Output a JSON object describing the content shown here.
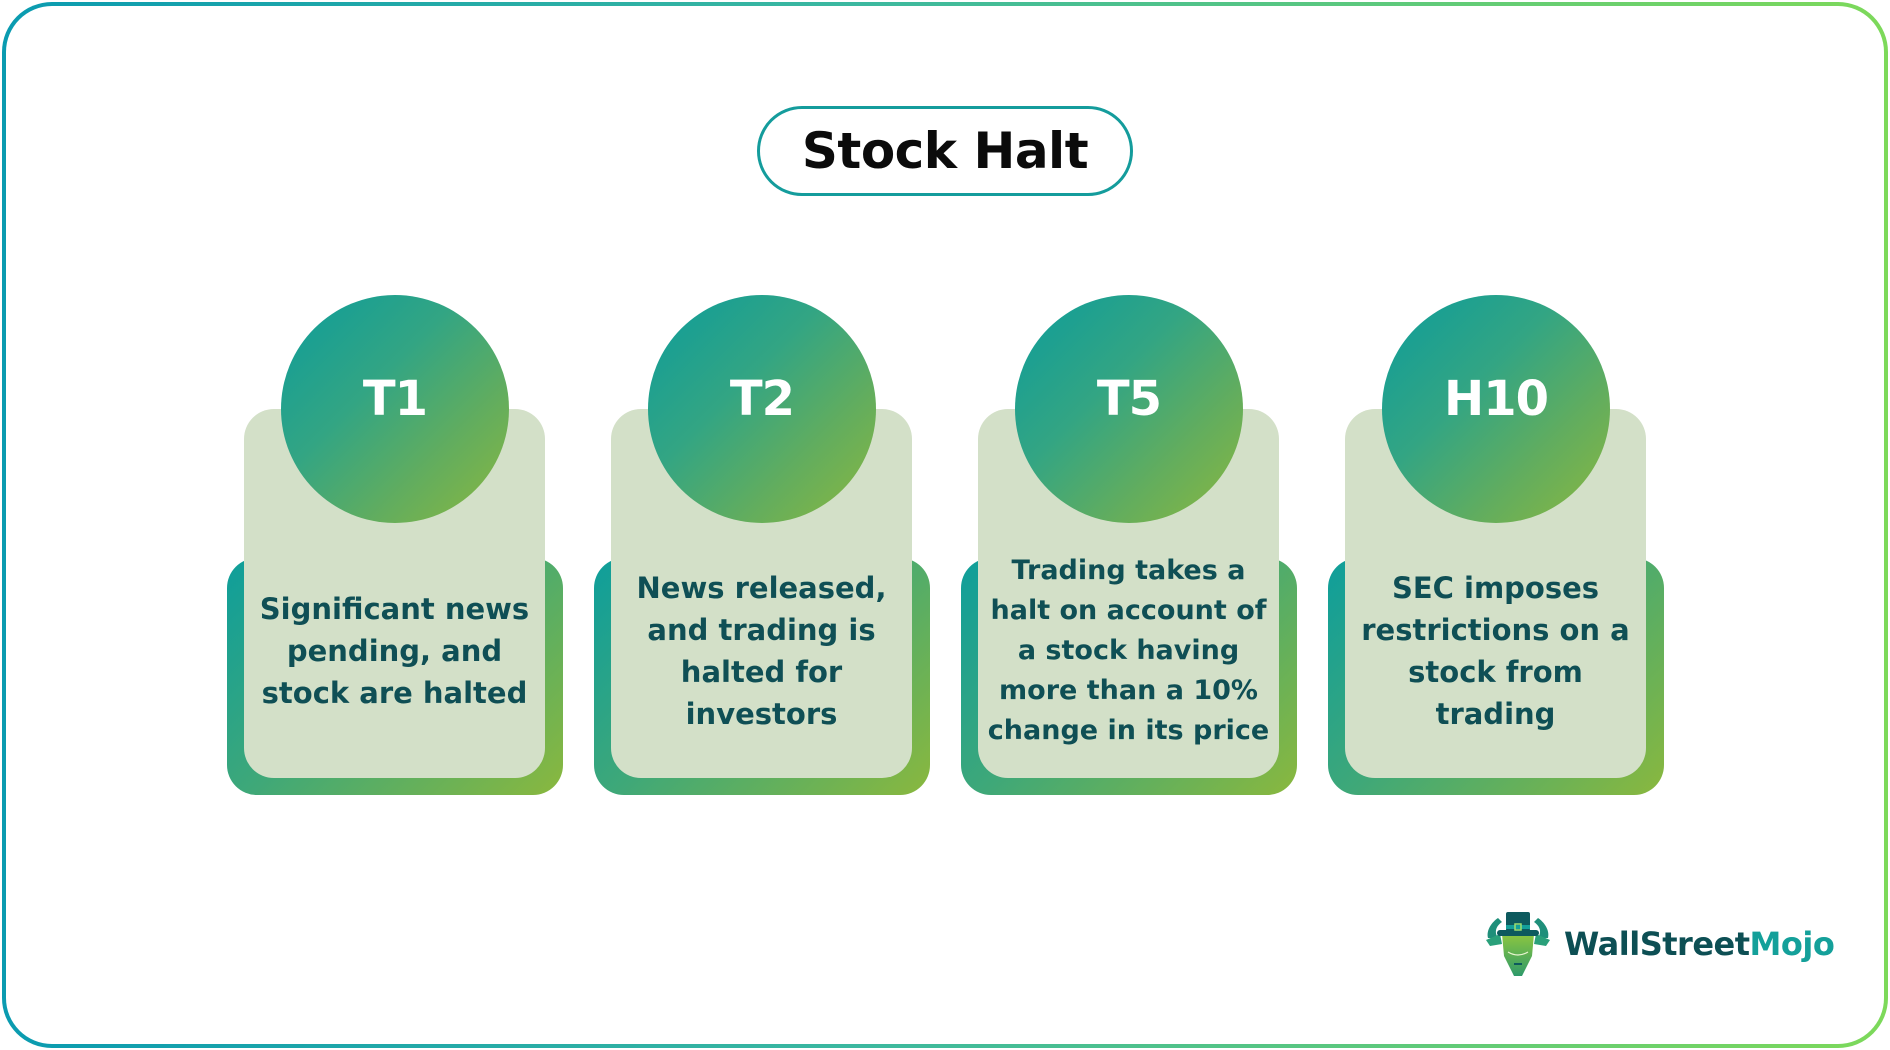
{
  "title": "Stock Halt",
  "colors": {
    "frame_gradient_start": "#0a9bb0",
    "frame_gradient_end": "#7dd95a",
    "title_border": "#149c9c",
    "circle_gradient_start": "#0c9c9b",
    "circle_gradient_end": "#8cb83e",
    "card_fill": "#d3e0c8",
    "card_text": "#0f4f55",
    "logo_dark": "#0d4f54",
    "logo_light": "#14a09a"
  },
  "cards": [
    {
      "code": "T1",
      "description": "Significant news pending, and stock are halted"
    },
    {
      "code": "T2",
      "description": "News released, and trading is halted for investors"
    },
    {
      "code": "T5",
      "description": "Trading takes a halt on account of a stock having more than a 10% change in its price"
    },
    {
      "code": "H10",
      "description": "SEC imposes restrictions on a stock from trading"
    }
  ],
  "logo": {
    "icon": "bull-top-hat-icon",
    "text_primary": "WallStreet",
    "text_secondary": "Mojo"
  }
}
